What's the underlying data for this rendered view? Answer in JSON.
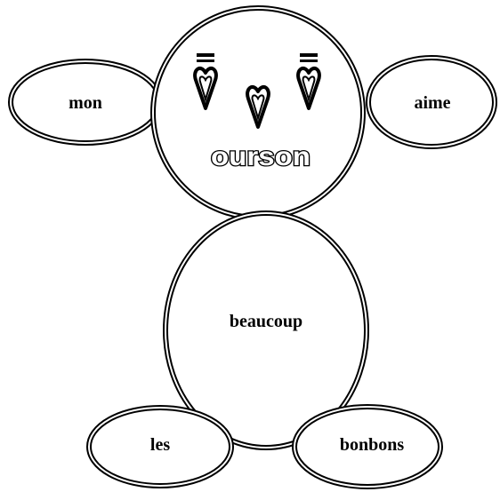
{
  "bear": {
    "head_word": "ourson",
    "left_arm_word": "mon",
    "right_arm_word": "aime",
    "body_word": "beaucoup",
    "left_foot_word": "les",
    "right_foot_word": "bonbons"
  },
  "colors": {
    "stroke": "#000000",
    "background": "#ffffff"
  },
  "icons": {
    "eyes": "heart-icon",
    "nose": "heart-icon"
  }
}
